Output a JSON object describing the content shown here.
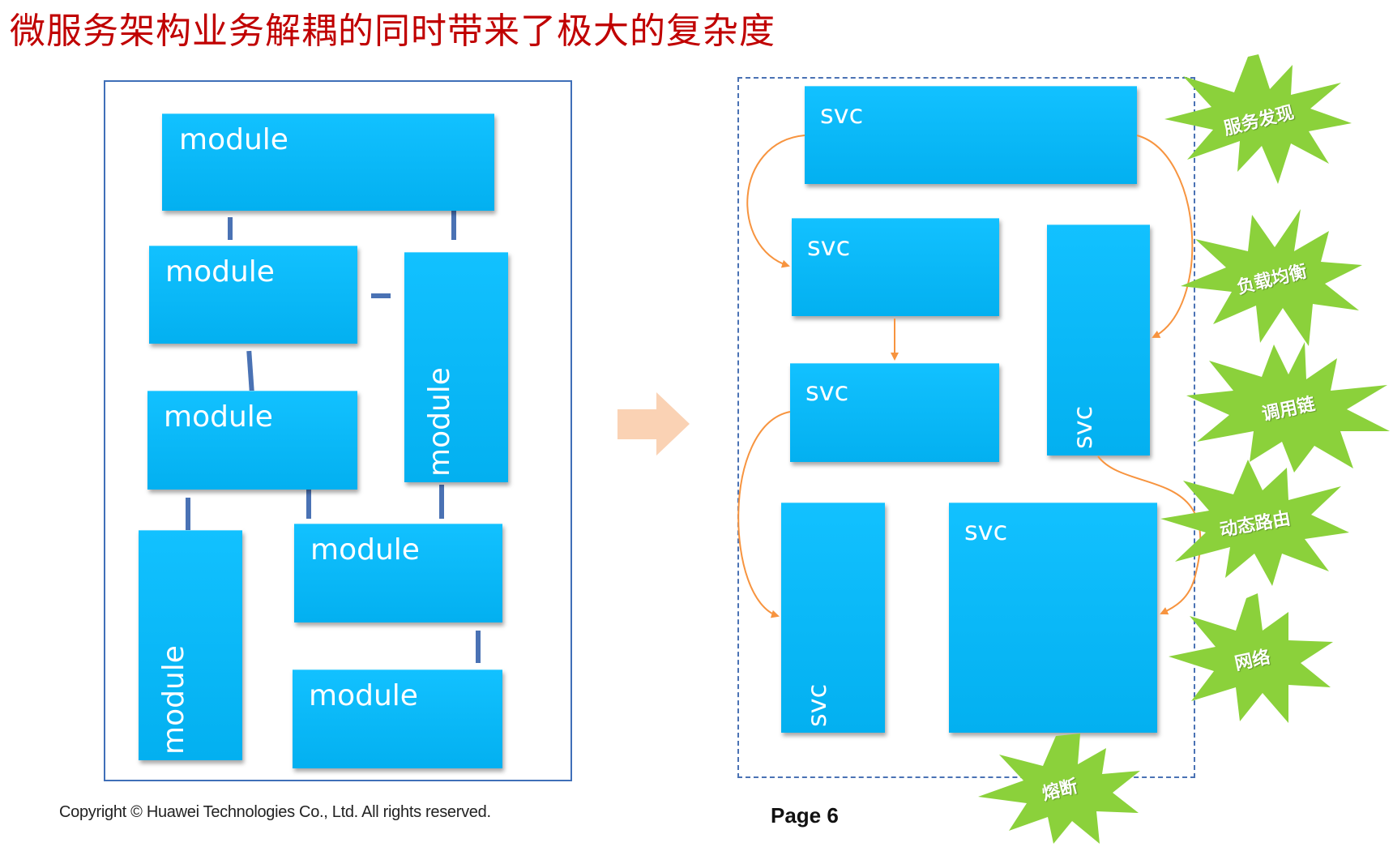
{
  "title": "微服务架构业务解耦的同时带来了极大的复杂度",
  "monolith": {
    "modules": [
      "module",
      "module",
      "module",
      "module",
      "module",
      "module",
      "module"
    ]
  },
  "microservices": {
    "services": [
      "svc",
      "svc",
      "svc",
      "svc",
      "svc",
      "svc"
    ]
  },
  "bursts": [
    "服务发现",
    "负载均衡",
    "调用链",
    "动态路由",
    "网络",
    "熔断"
  ],
  "footer": {
    "copyright": "Copyright © Huawei Technologies Co., Ltd. All rights reserved.",
    "page": "Page 6"
  },
  "colors": {
    "title": "#c00000",
    "box": "#05b4f3",
    "connector": "#4a72b4",
    "arrow": "#f7943f",
    "burst": "#8bd13b",
    "transition_arrow": "#fad2b4"
  }
}
